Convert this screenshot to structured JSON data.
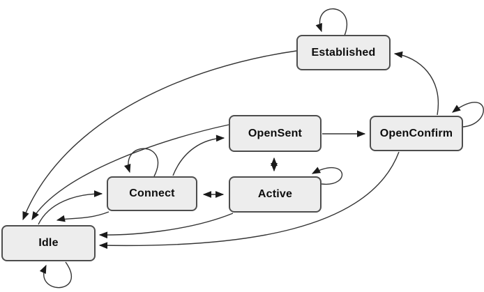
{
  "diagram": {
    "type": "state-machine",
    "background": "#ffffff"
  },
  "states": [
    {
      "id": "idle",
      "label": "Idle"
    },
    {
      "id": "connect",
      "label": "Connect"
    },
    {
      "id": "active",
      "label": "Active"
    },
    {
      "id": "opensent",
      "label": "OpenSent"
    },
    {
      "id": "openconfirm",
      "label": "OpenConfirm"
    },
    {
      "id": "established",
      "label": "Established"
    }
  ],
  "transitions": [
    {
      "from": "idle",
      "to": "idle",
      "self_loop": true
    },
    {
      "from": "idle",
      "to": "connect"
    },
    {
      "from": "connect",
      "to": "connect",
      "self_loop": true
    },
    {
      "from": "connect",
      "to": "active",
      "bidirectional": true
    },
    {
      "from": "connect",
      "to": "opensent"
    },
    {
      "from": "connect",
      "to": "idle"
    },
    {
      "from": "active",
      "to": "active",
      "self_loop": true
    },
    {
      "from": "active",
      "to": "opensent",
      "bidirectional": true
    },
    {
      "from": "active",
      "to": "idle"
    },
    {
      "from": "opensent",
      "to": "openconfirm"
    },
    {
      "from": "opensent",
      "to": "idle"
    },
    {
      "from": "openconfirm",
      "to": "openconfirm",
      "self_loop": true
    },
    {
      "from": "openconfirm",
      "to": "established"
    },
    {
      "from": "openconfirm",
      "to": "idle"
    },
    {
      "from": "established",
      "to": "established",
      "self_loop": true
    },
    {
      "from": "established",
      "to": "idle"
    }
  ],
  "colors": {
    "state_fill": "#ededed",
    "state_border": "#4d4d4d",
    "edge_stroke": "#333333",
    "label_text": "#0d0d0d",
    "background": "#ffffff"
  }
}
